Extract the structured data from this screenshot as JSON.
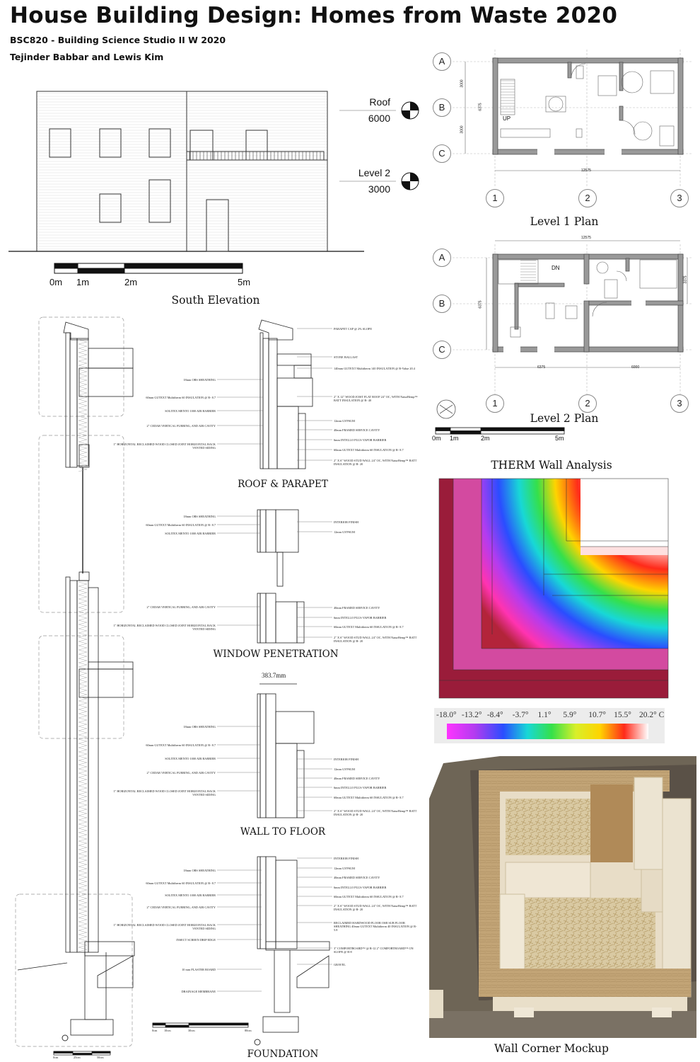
{
  "header": {
    "title": "House Building Design: Homes from Waste 2020",
    "course": "BSC820 - Building Science Studio II W 2020",
    "authors": "Tejinder Babbar and Lewis Kim"
  },
  "elevation": {
    "caption": "South Elevation",
    "levels": [
      {
        "name": "Roof",
        "elev": "6000"
      },
      {
        "name": "Level 2",
        "elev": "3000"
      }
    ],
    "scale_labels": [
      "0m",
      "1m",
      "2m",
      "5m"
    ]
  },
  "plans": {
    "level1_caption": "Level 1 Plan",
    "level2_caption": "Level 2 Plan",
    "row_grids": [
      "A",
      "B",
      "C"
    ],
    "col_grids": [
      "1",
      "2",
      "3"
    ],
    "level1_labels": {
      "up": "UP",
      "dim_total": "12575",
      "dim_side": "6375",
      "dim_a": "3000",
      "dim_b": "3000"
    },
    "level2_labels": {
      "dn": "DN",
      "dim_total": "12575",
      "dim_side": "6375",
      "dim_left": "6375",
      "dim_right": "6000",
      "dim_east": "3375"
    },
    "scale_labels": [
      "0m",
      "1m",
      "2m",
      "5m"
    ]
  },
  "sections": {
    "roof_caption": "ROOF & PARAPET",
    "window_caption": "WINDOW PENETRATION",
    "floor_caption": "WALL TO FLOOR",
    "foundation_caption": "FOUNDATION",
    "floor_dim": "383.7mm",
    "roof_notes_right": [
      "PARAPET CAP @ 2% SLOPE",
      "STONE BALLAST",
      "140mm GUTEXT Multitherm 140 INSULATION @ R-Value 20.4",
      "2\" X 12\" WOOD JOIST FLAT ROOF 24\" OC, WITH NaturHemp™ BATT INSULATION @ R- 40",
      "12mm GYPSUM",
      "40mm FRAMED SERVICE CAVITY",
      "6mm INTELLO PLUS VAPOR BARRIER",
      "60mm GUTEXT Multitherm 60 INSULATION @ R- 8.7",
      "2\" X 6\" WOOD STUD WALL 24\" OC, WITH NaturHemp™ BATT INSULATION @ R- 20"
    ],
    "roof_notes_left": [
      "18mm OBS SHEATHING",
      "60mm GUTEXT Multitherm 60 INSULATION @ R- 8.7",
      "SOLITEX MENTO 1000 AIR BARRIER",
      "2\" CEDAR VERTICAL FURRING, AND AIR CAVITY",
      "1\" HORIZONTAL RECLAIMED WOOD CLOSED JOINT HORIZONTAL BACK VENTED SIDING"
    ],
    "window_notes_left": [
      "18mm OBS SHEATHING",
      "60mm GUTEXT Multitherm 60 INSULATION @ R- 8.7",
      "SOLITEX MENTO 1000 AIR BARRIER",
      "2\" CEDAR VERTICAL FURRING, AND AIR CAVITY",
      "1\" HORIZONTAL RECLAIMED WOOD CLOSED JOINT HORIZONTAL BACK VENTED SIDING"
    ],
    "window_notes_right": [
      "INTERIOR FINISH",
      "12mm GYPSUM",
      "40mm FRAMED SERVICE CAVITY",
      "6mm INTELLO PLUS VAPOR BARRIER",
      "60mm GUTEXT Multitherm 60 INSULATION @ R- 8.7",
      "2\" X 6\" WOOD STUD WALL 24\" OC, WITH NaturHemp™ BATT INSULATION @ R- 20"
    ],
    "floor_notes_left": [
      "18mm OBS SHEATHING",
      "60mm GUTEXT Multitherm 60 INSULATION @ R- 8.7",
      "SOLITEX MENTO 1000 AIR BARRIER",
      "2\" CEDAR VERTICAL FURRING, AND AIR CAVITY",
      "1\" HORIZONTAL RECLAIMED WOOD CLOSED JOINT HORIZONTAL BACK VENTED SIDING"
    ],
    "floor_notes_right": [
      "INTERIOR FINISH",
      "12mm GYPSUM",
      "40mm FRAMED SERVICE CAVITY",
      "6mm INTELLO PLUS VAPOR BARRIER",
      "60mm GUTEXT Multitherm 60 INSULATION @ R- 8.7",
      "2\" X 6\" WOOD STUD WALL 24\" OC, WITH NaturHemp™ BATT INSULATION @ R- 20"
    ],
    "found_notes_left": [
      "18mm OBS SHEATHING",
      "60mm GUTEXT Multitherm 60 INSULATION @ R- 8.7",
      "SOLITEX MENTO 1000 AIR BARRIER",
      "2\" CEDAR VERTICAL FURRING, AND AIR CAVITY",
      "1\" HORIZONTAL RECLAIMED WOOD CLOSED JOINT HORIZONTAL BACK VENTED SIDING",
      "INSECT SCREEN DRIP EDGE",
      "10 mm PLASTER BOARD",
      "DRAINAGE MEMBRANE"
    ],
    "found_notes_right": [
      "INTERIOR FINISH",
      "12mm GYPSUM",
      "40mm FRAMED SERVICE CAVITY",
      "6mm INTELLO PLUS VAPOR BARRIER",
      "60mm GUTEXT Multitherm 60 INSULATION @ R- 8.7",
      "2\" X 6\" WOOD STUD WALL 24\" OC, WITH NaturHemp™ BATT INSULATION @ R- 20",
      "RECLAIMED HARDWOOD FLOOR OSB SUB FLOOR SHEATHING 40mm GUTEXT Multitherm 40 INSULATION @ R- 5.8",
      "3\" COMFORTBOARD™ @ R-12 2\" COMFORTBOARD™ ON SLOPE @ R-8",
      "GRAVEL"
    ],
    "scale_left": [
      "0cm",
      "25cm",
      "50cm"
    ],
    "scale_mid": [
      "0cm",
      "10cm",
      "30cm",
      "80cm"
    ]
  },
  "therm": {
    "caption": "THERM Wall Analysis",
    "legend_ticks": [
      "-18.0°",
      "-13.2°",
      "-8.4°",
      "-3.7°",
      "1.1°",
      "5.9°",
      "10.7°",
      "15.5°",
      "20.2° C"
    ]
  },
  "mockup": {
    "caption": "Wall Corner Mockup"
  }
}
